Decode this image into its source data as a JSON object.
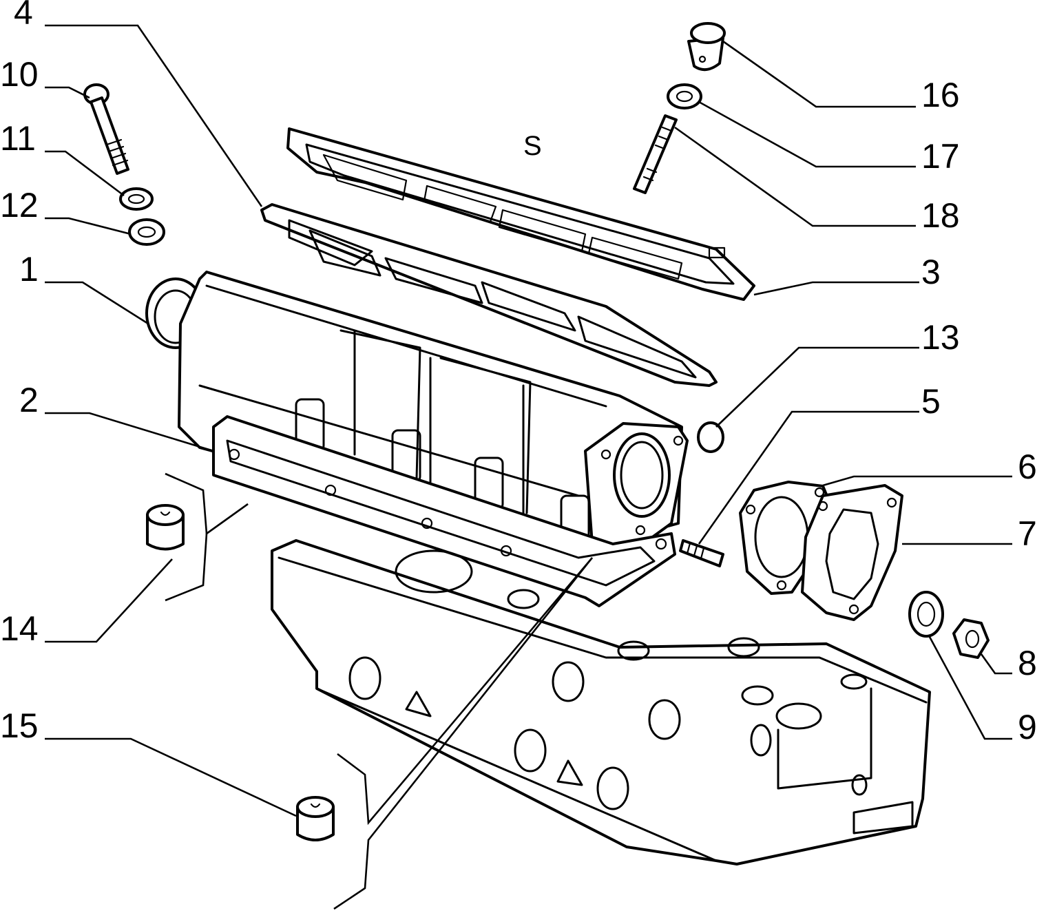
{
  "diagram": {
    "section_mark": "S",
    "callouts": [
      {
        "id": "c1",
        "text": "1"
      },
      {
        "id": "c2",
        "text": "2"
      },
      {
        "id": "c3",
        "text": "3"
      },
      {
        "id": "c4",
        "text": "4"
      },
      {
        "id": "c5",
        "text": "5"
      },
      {
        "id": "c6",
        "text": "6"
      },
      {
        "id": "c7",
        "text": "7"
      },
      {
        "id": "c8",
        "text": "8"
      },
      {
        "id": "c9",
        "text": "9"
      },
      {
        "id": "c10",
        "text": "10"
      },
      {
        "id": "c11",
        "text": "11"
      },
      {
        "id": "c12",
        "text": "12"
      },
      {
        "id": "c13",
        "text": "13"
      },
      {
        "id": "c14",
        "text": "14"
      },
      {
        "id": "c15",
        "text": "15"
      },
      {
        "id": "c16",
        "text": "16"
      },
      {
        "id": "c17",
        "text": "17"
      },
      {
        "id": "c18",
        "text": "18"
      }
    ]
  }
}
